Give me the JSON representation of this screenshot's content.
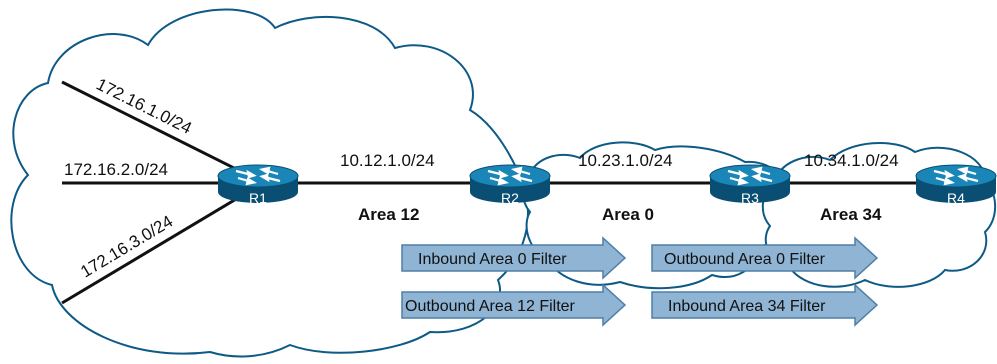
{
  "routers": [
    {
      "id": "R1",
      "label": "R1"
    },
    {
      "id": "R2",
      "label": "R2"
    },
    {
      "id": "R3",
      "label": "R3"
    },
    {
      "id": "R4",
      "label": "R4"
    }
  ],
  "networks": {
    "r1_net1": "172.16.1.0/24",
    "r1_net2": "172.16.2.0/24",
    "r1_net3": "172.16.3.0/24",
    "r1_r2": "10.12.1.0/24",
    "r2_r3": "10.23.1.0/24",
    "r3_r4": "10.34.1.0/24"
  },
  "areas": {
    "area12": "Area 12",
    "area0": "Area 0",
    "area34": "Area 34"
  },
  "filters": {
    "r2_inbound": "Inbound Area 0 Filter",
    "r2_outbound": "Outbound Area 12 Filter",
    "r3_outbound": "Outbound Area 0 Filter",
    "r3_inbound": "Inbound Area 34 Filter"
  },
  "colors": {
    "router_fill": "#0e6f9c",
    "router_dark": "#0a4f73",
    "arrow_fill": "#8fb4d4",
    "arrow_stroke": "#4f7ea6",
    "cloud_stroke": "#0e5a86",
    "link": "#111111"
  }
}
